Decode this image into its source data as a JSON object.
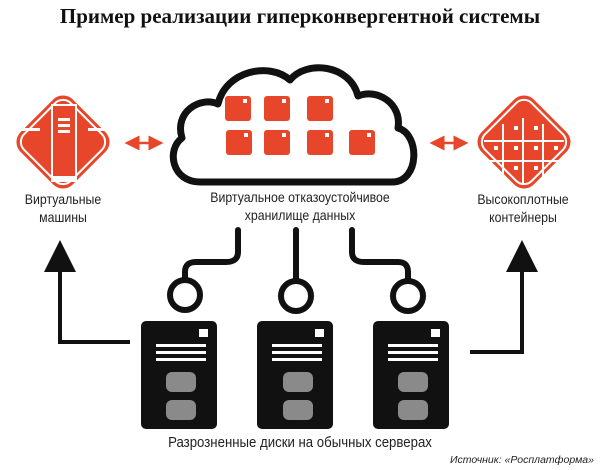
{
  "title": "Пример реализации гиперконвергентной системы",
  "labels": {
    "vm_line1": "Виртуальные",
    "vm_line2": "машины",
    "storage_line1": "Виртуальное отказоустойчивое",
    "storage_line2": "хранилище данных",
    "containers_line1": "Высокоплотные",
    "containers_line2": "контейнеры",
    "servers": "Разрозненные диски на обычных серверах"
  },
  "source": "Источник: «Росплатформа»",
  "colors": {
    "accent": "#e8462a",
    "dark": "#111111",
    "disk": "#8a8a8a"
  }
}
